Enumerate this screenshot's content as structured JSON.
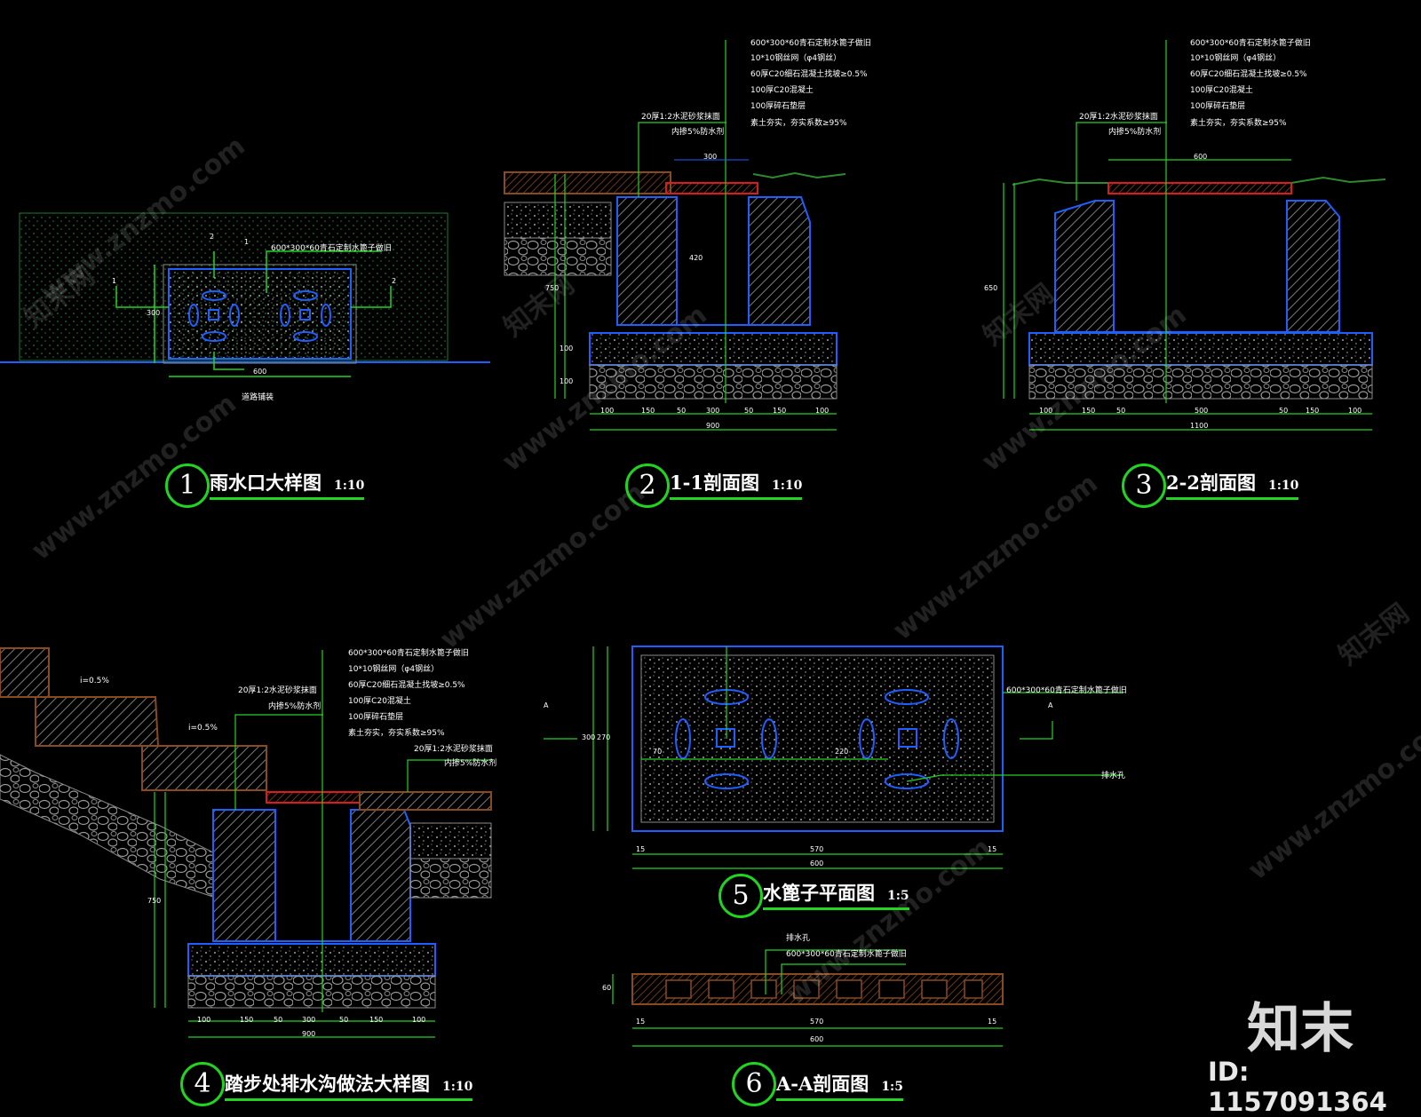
{
  "drawings": [
    {
      "number": "1",
      "title": "雨水口大样图",
      "scale": "1:10"
    },
    {
      "number": "2",
      "title": "1-1剖面图",
      "scale": "1:10"
    },
    {
      "number": "3",
      "title": "2-2剖面图",
      "scale": "1:10"
    },
    {
      "number": "4",
      "title": "踏步处排水沟做法大样图",
      "scale": "1:10"
    },
    {
      "number": "5",
      "title": "水篦子平面图",
      "scale": "1:5"
    },
    {
      "number": "6",
      "title": "A-A剖面图",
      "scale": "1:5"
    }
  ],
  "notes": {
    "grate": "600*300*60青石定制水篦子做旧",
    "steel": "10*10钢丝网（φ4钢丝）",
    "concrete_c20": "60厚C20细石混凝土找坡≥0.5%",
    "base_c20": "100厚C20混凝土",
    "gravel": "100厚碎石垫层",
    "soil": "素土夯实，夯实系数≥95%",
    "mortar": "20厚1:2水泥砂浆抹面",
    "waterproof": "内掺5%防水剂",
    "drain_hole": "排水孔",
    "road_edge": "道路铺装",
    "step_note_a": "i=0.5%",
    "step_note_b": "i=0.5%"
  },
  "dims": {
    "d1_width": "600",
    "d1_height": "300",
    "d2_total": "900",
    "d2_parts": [
      "100",
      "150",
      "50",
      "300",
      "50",
      "150",
      "100"
    ],
    "d2_height": "750",
    "d2_inner": "420",
    "d2_base": "100",
    "d2_gravel": "100",
    "d2_top": "300",
    "d3_total": "1100",
    "d3_parts": [
      "100",
      "150",
      "50",
      "500",
      "50",
      "150",
      "100"
    ],
    "d3_height": "650",
    "d3_top": "600",
    "d5_total": "600",
    "d5_inner": "570",
    "d5_edge": "15",
    "d5_h": "300",
    "d5_hi": "270",
    "d5_a": "70",
    "d5_b": "220",
    "d6_total": "600",
    "d6_inner": "570",
    "d6_edge": "15",
    "d6_h": "60",
    "d4_total": "900",
    "d4_parts": [
      "100",
      "150",
      "50",
      "300",
      "50",
      "150",
      "100"
    ],
    "d4_height": "750"
  },
  "section_marks": {
    "one": "1",
    "two": "2",
    "a": "A"
  },
  "watermarks": [
    "www.znzmo.com",
    "知末网"
  ],
  "brand": "知末",
  "image_id": "ID: 1157091364",
  "colors": {
    "green": "#22d422",
    "blue": "#1e5fff",
    "brown": "#8b4a1e",
    "red": "#e01a1a",
    "gray": "#8a8a8a"
  }
}
